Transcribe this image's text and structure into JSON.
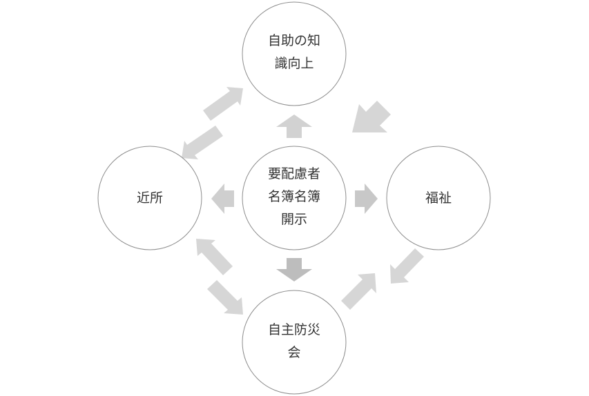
{
  "nodes": {
    "top": {
      "lines": [
        "自助の知",
        "識向上"
      ]
    },
    "center": {
      "lines": [
        "要配慮者",
        "名簿名簿",
        "開示"
      ]
    },
    "left": {
      "lines": [
        "近所"
      ]
    },
    "right": {
      "lines": [
        "福祉"
      ]
    },
    "bottom": {
      "lines": [
        "自主防災",
        "会"
      ]
    }
  },
  "colors": {
    "arrow": "#d2d2d2",
    "arrow_dark": "#bdbdbd",
    "circle_stroke": "#8c8c8c",
    "text": "#333333"
  }
}
